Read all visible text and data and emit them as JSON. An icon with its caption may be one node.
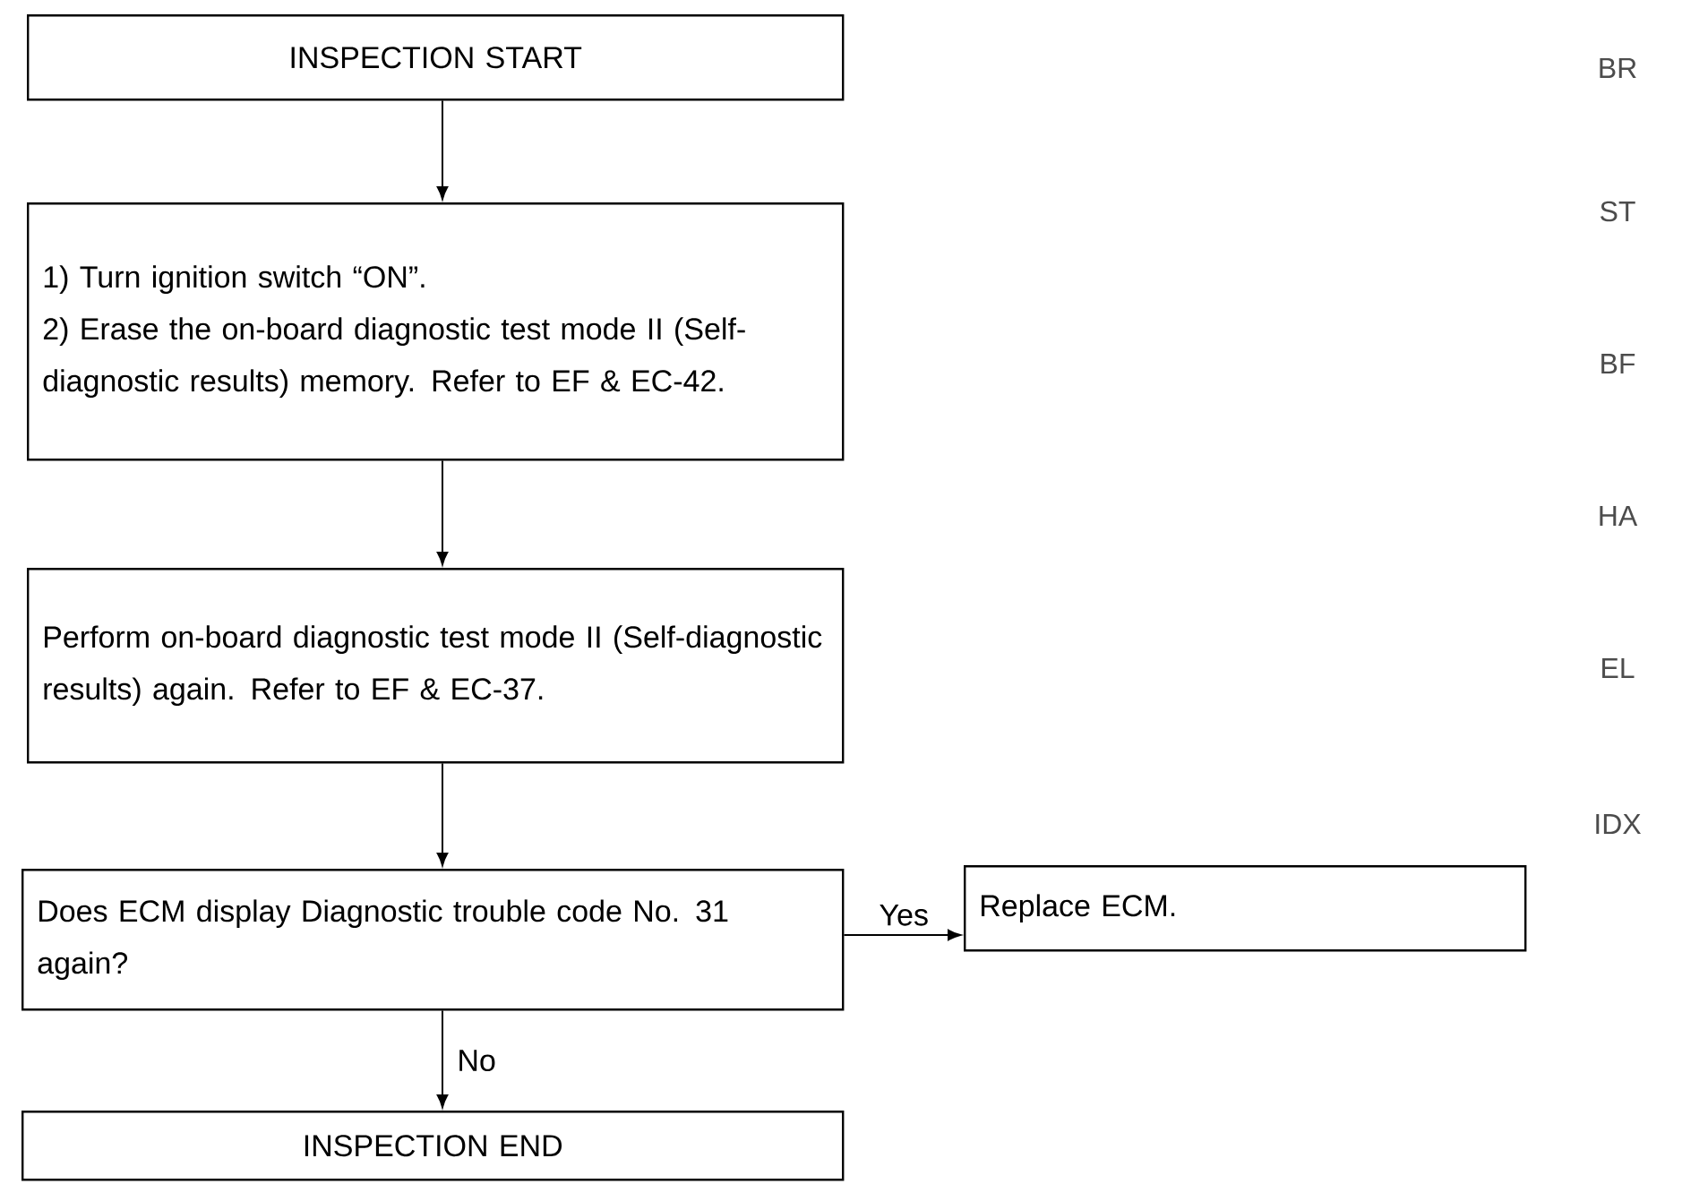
{
  "diagram": {
    "nodes": [
      {
        "text": [
          "INSPECTION START"
        ]
      },
      {
        "text": [
          "1) Turn ignition switch “ON”.",
          "2) Erase the on-board diagnostic test mode II (Self-diagnostic results) memory. Refer to EF & EC-42."
        ]
      },
      {
        "text": [
          "Perform on-board diagnostic test mode II (Self-diagnostic results) again. Refer to EF & EC-37."
        ]
      },
      {
        "text": [
          "Does ECM display Diagnostic trouble code No. 31 again?"
        ]
      },
      {
        "text": [
          "Replace ECM."
        ]
      },
      {
        "text": [
          "INSPECTION END"
        ]
      }
    ],
    "edges": [
      {
        "from": 0,
        "to": 1,
        "arrow": "to"
      },
      {
        "from": 1,
        "to": 2,
        "arrow": "to"
      },
      {
        "from": 2,
        "to": 3,
        "arrow": "to"
      },
      {
        "from": 3,
        "to": 4,
        "arrow": "to",
        "label": "Yes"
      },
      {
        "from": 3,
        "to": 5,
        "arrow": "to",
        "label": "No"
      }
    ],
    "labels": [
      "BR",
      "ST",
      "BF",
      "HA",
      "EL",
      "IDX"
    ]
  }
}
